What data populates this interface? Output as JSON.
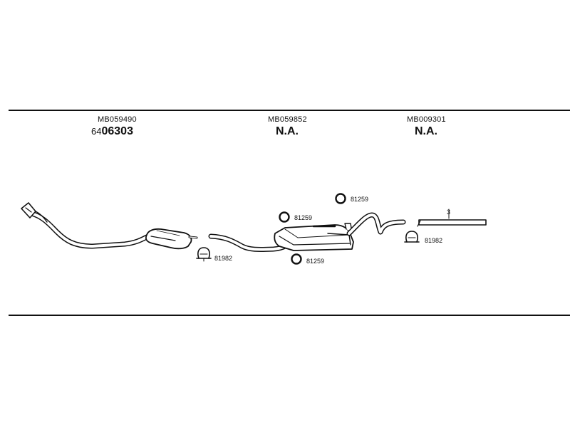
{
  "columns": [
    {
      "part_number": "MB059490",
      "ref_prefix": "64",
      "ref_main": "06303"
    },
    {
      "part_number": "MB059852",
      "ref_prefix": "",
      "ref_main": "N.A."
    },
    {
      "part_number": "MB009301",
      "ref_prefix": "",
      "ref_main": "N.A."
    }
  ],
  "callouts": {
    "clamp_left": "81982",
    "ring_upper_left": "81259",
    "ring_upper_right": "81259",
    "ring_lower": "81259",
    "clamp_right": "81982",
    "tailpipe_marker": "3"
  }
}
